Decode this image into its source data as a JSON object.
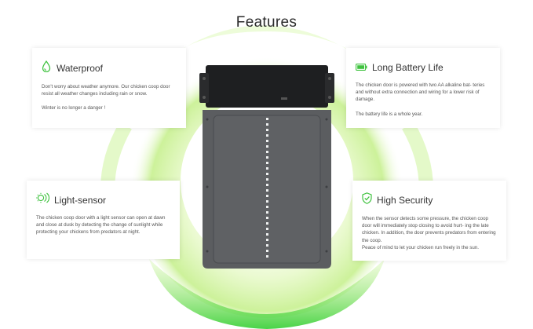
{
  "page": {
    "title": "Features"
  },
  "colors": {
    "accent_green": "#3fc23f",
    "light_green": "#cdf29a",
    "panel_gray": "#55575a",
    "housing_black": "#1e1f21"
  },
  "features": {
    "waterproof": {
      "icon": "water-drop-icon",
      "title": "Waterproof",
      "text1": "Don't worry about weather anymore. Our chicken coop door resist all weather changes including rain or snow.",
      "text2": "Winter is no longer a danger !"
    },
    "battery": {
      "icon": "battery-icon",
      "title": "Long Battery Life",
      "text1": "The chicken door is powered with two AA alkaline bat- teries and without extra connection and wiring for a lower risk of damage.",
      "text2": "The battery life is a whole year."
    },
    "light_sensor": {
      "icon": "sun-sensor-icon",
      "title": "Light-sensor",
      "text1": "The chicken coop door with a light sensor can open at dawn and close at dusk by detecting the change of sunlight while protecting your chickens from predators at night."
    },
    "security": {
      "icon": "shield-check-icon",
      "title": "High Security",
      "text1": "When the sensor detects some pressure, the chicken coop door will immediately stop closing to avoid hurt- ing the late chicken. In addition, the door prevents predators from entering the coop.",
      "text2": "Peace of mind to let your chicken run freely in the sun."
    }
  }
}
